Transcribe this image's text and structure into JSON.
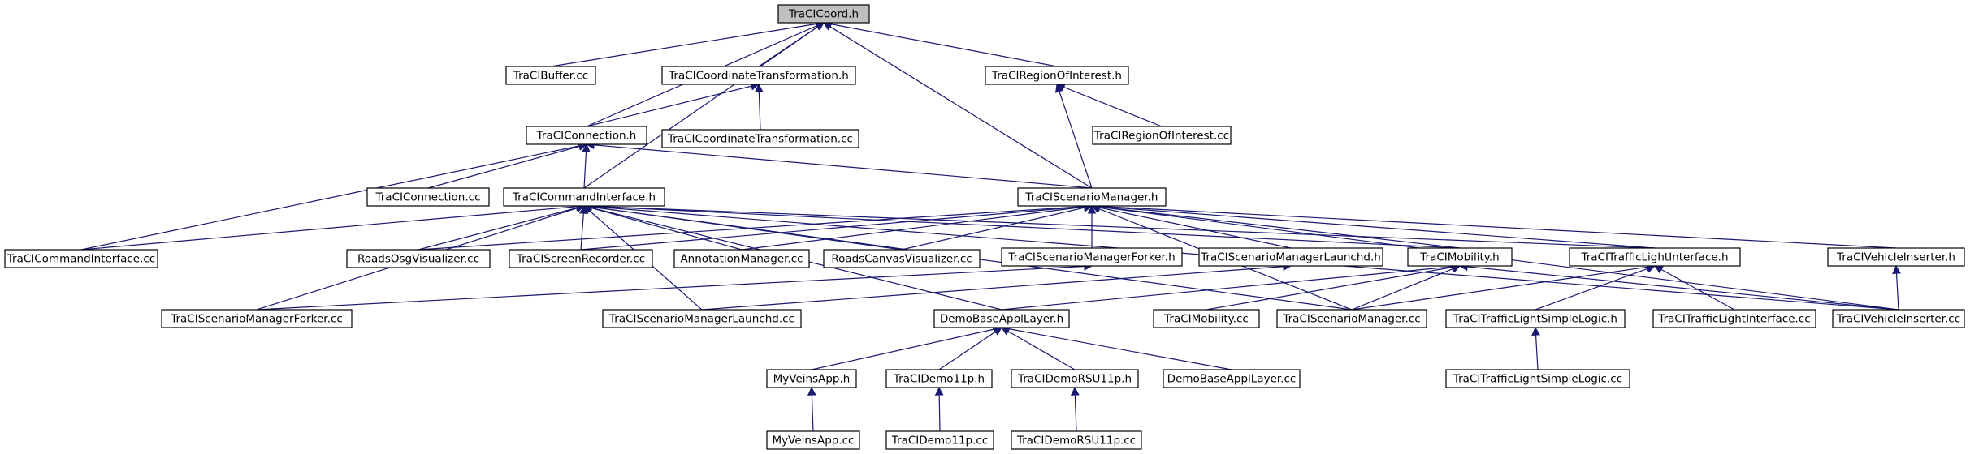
{
  "graph": {
    "colors": {
      "edge": "#191970",
      "node_border": "#000000",
      "root_fill": "#bfbfbf",
      "node_fill": "#ffffff"
    },
    "nodes": [
      {
        "id": "coord_h",
        "label": "TraCICoord.h"
      },
      {
        "id": "buffer_cc",
        "label": "TraCIBuffer.cc"
      },
      {
        "id": "coordtrans_h",
        "label": "TraCICoordinateTransformation.h"
      },
      {
        "id": "roi_h",
        "label": "TraCIRegionOfInterest.h"
      },
      {
        "id": "connection_h",
        "label": "TraCIConnection.h"
      },
      {
        "id": "coordtrans_cc",
        "label": "TraCICoordinateTransformation.cc"
      },
      {
        "id": "roi_cc",
        "label": "TraCIRegionOfInterest.cc"
      },
      {
        "id": "connection_cc",
        "label": "TraCIConnection.cc"
      },
      {
        "id": "cmdif_h",
        "label": "TraCICommandInterface.h"
      },
      {
        "id": "scenmgr_h",
        "label": "TraCIScenarioManager.h"
      },
      {
        "id": "cmdif_cc",
        "label": "TraCICommandInterface.cc"
      },
      {
        "id": "roadsosg_cc",
        "label": "RoadsOsgVisualizer.cc"
      },
      {
        "id": "screenrec_cc",
        "label": "TraCIScreenRecorder.cc"
      },
      {
        "id": "annot_cc",
        "label": "AnnotationManager.cc"
      },
      {
        "id": "roadscanvas_cc",
        "label": "RoadsCanvasVisualizer.cc"
      },
      {
        "id": "forker_h",
        "label": "TraCIScenarioManagerForker.h"
      },
      {
        "id": "launchd_h",
        "label": "TraCIScenarioManagerLaunchd.h"
      },
      {
        "id": "mobility_h",
        "label": "TraCIMobility.h"
      },
      {
        "id": "tli_h",
        "label": "TraCITrafficLightInterface.h"
      },
      {
        "id": "vehins_h",
        "label": "TraCIVehicleInserter.h"
      },
      {
        "id": "forker_cc",
        "label": "TraCIScenarioManagerForker.cc"
      },
      {
        "id": "launchd_cc",
        "label": "TraCIScenarioManagerLaunchd.cc"
      },
      {
        "id": "demobase_h",
        "label": "DemoBaseApplLayer.h"
      },
      {
        "id": "mobility_cc",
        "label": "TraCIMobility.cc"
      },
      {
        "id": "scenmgr_cc",
        "label": "TraCIScenarioManager.cc"
      },
      {
        "id": "tlsimple_h",
        "label": "TraCITrafficLightSimpleLogic.h"
      },
      {
        "id": "tli_cc",
        "label": "TraCITrafficLightInterface.cc"
      },
      {
        "id": "vehins_cc",
        "label": "TraCIVehicleInserter.cc"
      },
      {
        "id": "myveins_h",
        "label": "MyVeinsApp.h"
      },
      {
        "id": "demo11p_h",
        "label": "TraCIDemo11p.h"
      },
      {
        "id": "demorsu_h",
        "label": "TraCIDemoRSU11p.h"
      },
      {
        "id": "demobase_cc",
        "label": "DemoBaseApplLayer.cc"
      },
      {
        "id": "tlsimple_cc",
        "label": "TraCITrafficLightSimpleLogic.cc"
      },
      {
        "id": "myveins_cc",
        "label": "MyVeinsApp.cc"
      },
      {
        "id": "demo11p_cc",
        "label": "TraCIDemo11p.cc"
      },
      {
        "id": "demorsu_cc",
        "label": "TraCIDemoRSU11p.cc"
      }
    ],
    "edges": [
      [
        "coord_h",
        "buffer_cc"
      ],
      [
        "coord_h",
        "coordtrans_h"
      ],
      [
        "coord_h",
        "roi_h"
      ],
      [
        "coord_h",
        "connection_h"
      ],
      [
        "coord_h",
        "cmdif_h"
      ],
      [
        "coord_h",
        "scenmgr_h"
      ],
      [
        "coordtrans_h",
        "connection_h"
      ],
      [
        "coordtrans_h",
        "coordtrans_cc"
      ],
      [
        "roi_h",
        "roi_cc"
      ],
      [
        "roi_h",
        "scenmgr_h"
      ],
      [
        "connection_h",
        "connection_cc"
      ],
      [
        "connection_h",
        "cmdif_cc"
      ],
      [
        "connection_h",
        "cmdif_h"
      ],
      [
        "connection_h",
        "scenmgr_h"
      ],
      [
        "cmdif_h",
        "cmdif_cc"
      ],
      [
        "cmdif_h",
        "roadsosg_cc"
      ],
      [
        "cmdif_h",
        "screenrec_cc"
      ],
      [
        "cmdif_h",
        "annot_cc"
      ],
      [
        "cmdif_h",
        "roadscanvas_cc"
      ],
      [
        "cmdif_h",
        "forker_cc"
      ],
      [
        "cmdif_h",
        "launchd_cc"
      ],
      [
        "cmdif_h",
        "demobase_h"
      ],
      [
        "cmdif_h",
        "mobility_h"
      ],
      [
        "cmdif_h",
        "tli_h"
      ],
      [
        "cmdif_h",
        "scenmgr_cc"
      ],
      [
        "cmdif_h",
        "vehins_cc"
      ],
      [
        "scenmgr_h",
        "screenrec_cc"
      ],
      [
        "scenmgr_h",
        "roadsosg_cc"
      ],
      [
        "scenmgr_h",
        "annot_cc"
      ],
      [
        "scenmgr_h",
        "roadscanvas_cc"
      ],
      [
        "scenmgr_h",
        "forker_h"
      ],
      [
        "scenmgr_h",
        "launchd_h"
      ],
      [
        "scenmgr_h",
        "mobility_h"
      ],
      [
        "scenmgr_h",
        "tli_h"
      ],
      [
        "scenmgr_h",
        "vehins_h"
      ],
      [
        "scenmgr_h",
        "scenmgr_cc"
      ],
      [
        "scenmgr_h",
        "vehins_cc"
      ],
      [
        "forker_h",
        "forker_cc"
      ],
      [
        "launchd_h",
        "launchd_cc"
      ],
      [
        "mobility_h",
        "demobase_h"
      ],
      [
        "mobility_h",
        "mobility_cc"
      ],
      [
        "mobility_h",
        "scenmgr_cc"
      ],
      [
        "mobility_h",
        "vehins_cc"
      ],
      [
        "tli_h",
        "scenmgr_cc"
      ],
      [
        "tli_h",
        "tlsimple_h"
      ],
      [
        "tli_h",
        "tli_cc"
      ],
      [
        "vehins_h",
        "vehins_cc"
      ],
      [
        "demobase_h",
        "myveins_h"
      ],
      [
        "demobase_h",
        "demo11p_h"
      ],
      [
        "demobase_h",
        "demorsu_h"
      ],
      [
        "demobase_h",
        "demobase_cc"
      ],
      [
        "tlsimple_h",
        "tlsimple_cc"
      ],
      [
        "myveins_h",
        "myveins_cc"
      ],
      [
        "demo11p_h",
        "demo11p_cc"
      ],
      [
        "demorsu_h",
        "demorsu_cc"
      ]
    ]
  }
}
